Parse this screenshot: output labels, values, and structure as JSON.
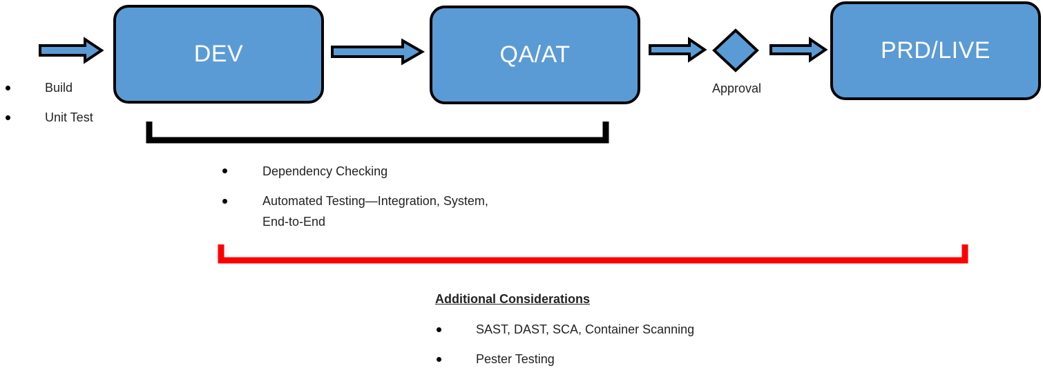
{
  "stages": {
    "dev": "DEV",
    "qa": "QA/AT",
    "prod": "PRD/LIVE"
  },
  "approval": {
    "label": "Approval"
  },
  "build_notes": [
    "Build",
    "Unit Test"
  ],
  "dev_qa_notes": {
    "item1": "Dependency Checking",
    "item2_line1": "Automated Testing—Integration, System,",
    "item2_line2": "End-to-End"
  },
  "additional": {
    "heading": "Additional Considerations",
    "items": [
      "SAST, DAST, SCA, Container Scanning",
      "Pester Testing"
    ]
  },
  "colors": {
    "stage_fill": "#5b9bd5",
    "outline": "#000000",
    "dev_qa_bracket": "#000000",
    "all_stages_bracket": "#ff0000"
  },
  "icons": [
    "arrow-right-icon",
    "decision-diamond-icon"
  ]
}
